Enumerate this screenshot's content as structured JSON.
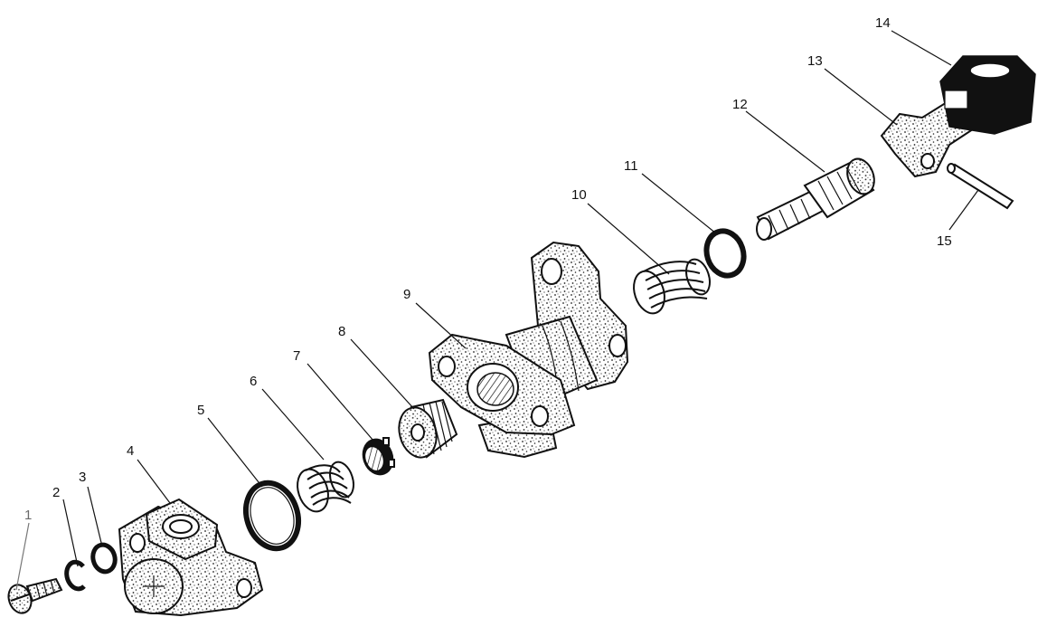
{
  "diagram": {
    "callouts": [
      {
        "number": "1"
      },
      {
        "number": "2"
      },
      {
        "number": "3"
      },
      {
        "number": "4"
      },
      {
        "number": "5"
      },
      {
        "number": "6"
      },
      {
        "number": "7"
      },
      {
        "number": "8"
      },
      {
        "number": "9"
      },
      {
        "number": "10"
      },
      {
        "number": "11"
      },
      {
        "number": "12"
      },
      {
        "number": "13"
      },
      {
        "number": "14"
      },
      {
        "number": "15"
      }
    ]
  }
}
